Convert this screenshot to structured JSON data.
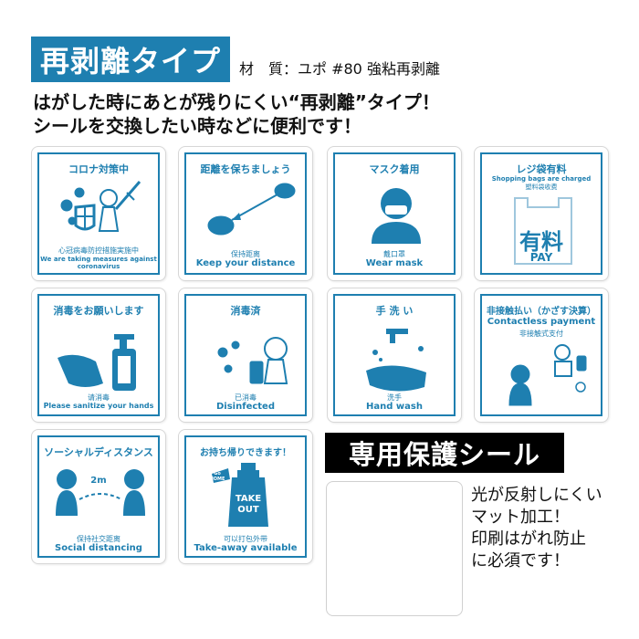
{
  "header": {
    "badge": "再剥離タイプ",
    "material": "材　質：ユポ #80 強粘再剥離",
    "lead_line1": "はがした時にあとが残りにくい“再剥離”タイプ！",
    "lead_line2": "シールを交換したい時などに便利です！"
  },
  "stickers": [
    {
      "title": "コロナ対策中",
      "caption": "心冠病毒防控措施実施中",
      "english": "We are taking measures against coronavirus",
      "icon": "corona-fighter-icon"
    },
    {
      "title": "距離を保ちましょう",
      "caption": "保持距离",
      "english": "Keep your distance",
      "icon": "footprints-distance-icon"
    },
    {
      "title": "マスク着用",
      "caption": "戴口罩",
      "english": "Wear mask",
      "icon": "mask-person-icon"
    },
    {
      "title": "レジ袋有料",
      "subtitle_en": "Shopping bags are charged",
      "subtitle_cn": "塑料袋收费",
      "bag_text": "有料",
      "bag_en": "PAY",
      "icon": "shopping-bag-icon"
    },
    {
      "title": "消毒をお願いします",
      "caption": "请消毒",
      "english": "Please sanitize your hands",
      "icon": "sanitizer-hands-icon"
    },
    {
      "title": "消毒済",
      "caption": "已消毒",
      "english": "Disinfected",
      "icon": "disinfect-spray-icon"
    },
    {
      "title": "手 洗 い",
      "caption": "洗手",
      "english": "Hand wash",
      "icon": "hand-wash-icon"
    },
    {
      "title": "非接触払い（かざす決算）",
      "subtitle_en": "Contactless payment",
      "subtitle_cn": "非接触式支付",
      "icon": "contactless-payment-icon"
    },
    {
      "title": "ソーシャルディスタンス",
      "distance": "2m",
      "caption": "保持社交距离",
      "english": "Social distancing",
      "icon": "social-distance-icon"
    },
    {
      "title": "お持ち帰りできます！",
      "bottle_text": "TAKE OUT",
      "tag_text": "Go HOME",
      "caption": "可以打包外带",
      "english": "Take-away available",
      "icon": "takeout-bottle-icon"
    }
  ],
  "protect": {
    "badge": "専用保護シール",
    "line1": "光が反射しにくい",
    "line2": "マット加工！",
    "line3": "印刷はがれ防止",
    "line4": "に必須です！"
  },
  "colors": {
    "accent": "#1e7fb0",
    "dark_badge": "#000000"
  }
}
